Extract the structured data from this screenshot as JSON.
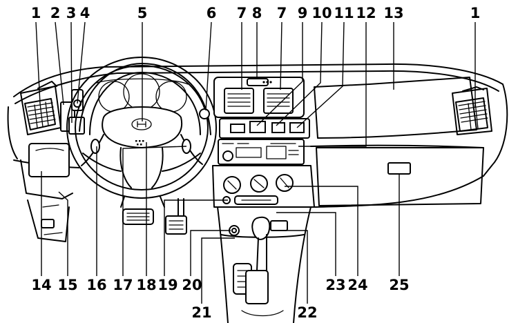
{
  "callouts": [
    {
      "id": "c1a",
      "label": "1"
    },
    {
      "id": "c2",
      "label": "2"
    },
    {
      "id": "c3",
      "label": "3"
    },
    {
      "id": "c4",
      "label": "4"
    },
    {
      "id": "c5",
      "label": "5"
    },
    {
      "id": "c6",
      "label": "6"
    },
    {
      "id": "c7a",
      "label": "7"
    },
    {
      "id": "c8",
      "label": "8"
    },
    {
      "id": "c7b",
      "label": "7"
    },
    {
      "id": "c9",
      "label": "9"
    },
    {
      "id": "c10",
      "label": "10"
    },
    {
      "id": "c11",
      "label": "11"
    },
    {
      "id": "c12",
      "label": "12"
    },
    {
      "id": "c13",
      "label": "13"
    },
    {
      "id": "c1b",
      "label": "1"
    },
    {
      "id": "c14",
      "label": "14"
    },
    {
      "id": "c15",
      "label": "15"
    },
    {
      "id": "c16",
      "label": "16"
    },
    {
      "id": "c17",
      "label": "17"
    },
    {
      "id": "c18",
      "label": "18"
    },
    {
      "id": "c19",
      "label": "19"
    },
    {
      "id": "c20",
      "label": "20"
    },
    {
      "id": "c21",
      "label": "21"
    },
    {
      "id": "c22",
      "label": "22"
    },
    {
      "id": "c23",
      "label": "23"
    },
    {
      "id": "c24",
      "label": "24"
    },
    {
      "id": "c25",
      "label": "25"
    }
  ],
  "colors": {
    "ink": "#000000",
    "paper": "#ffffff"
  }
}
